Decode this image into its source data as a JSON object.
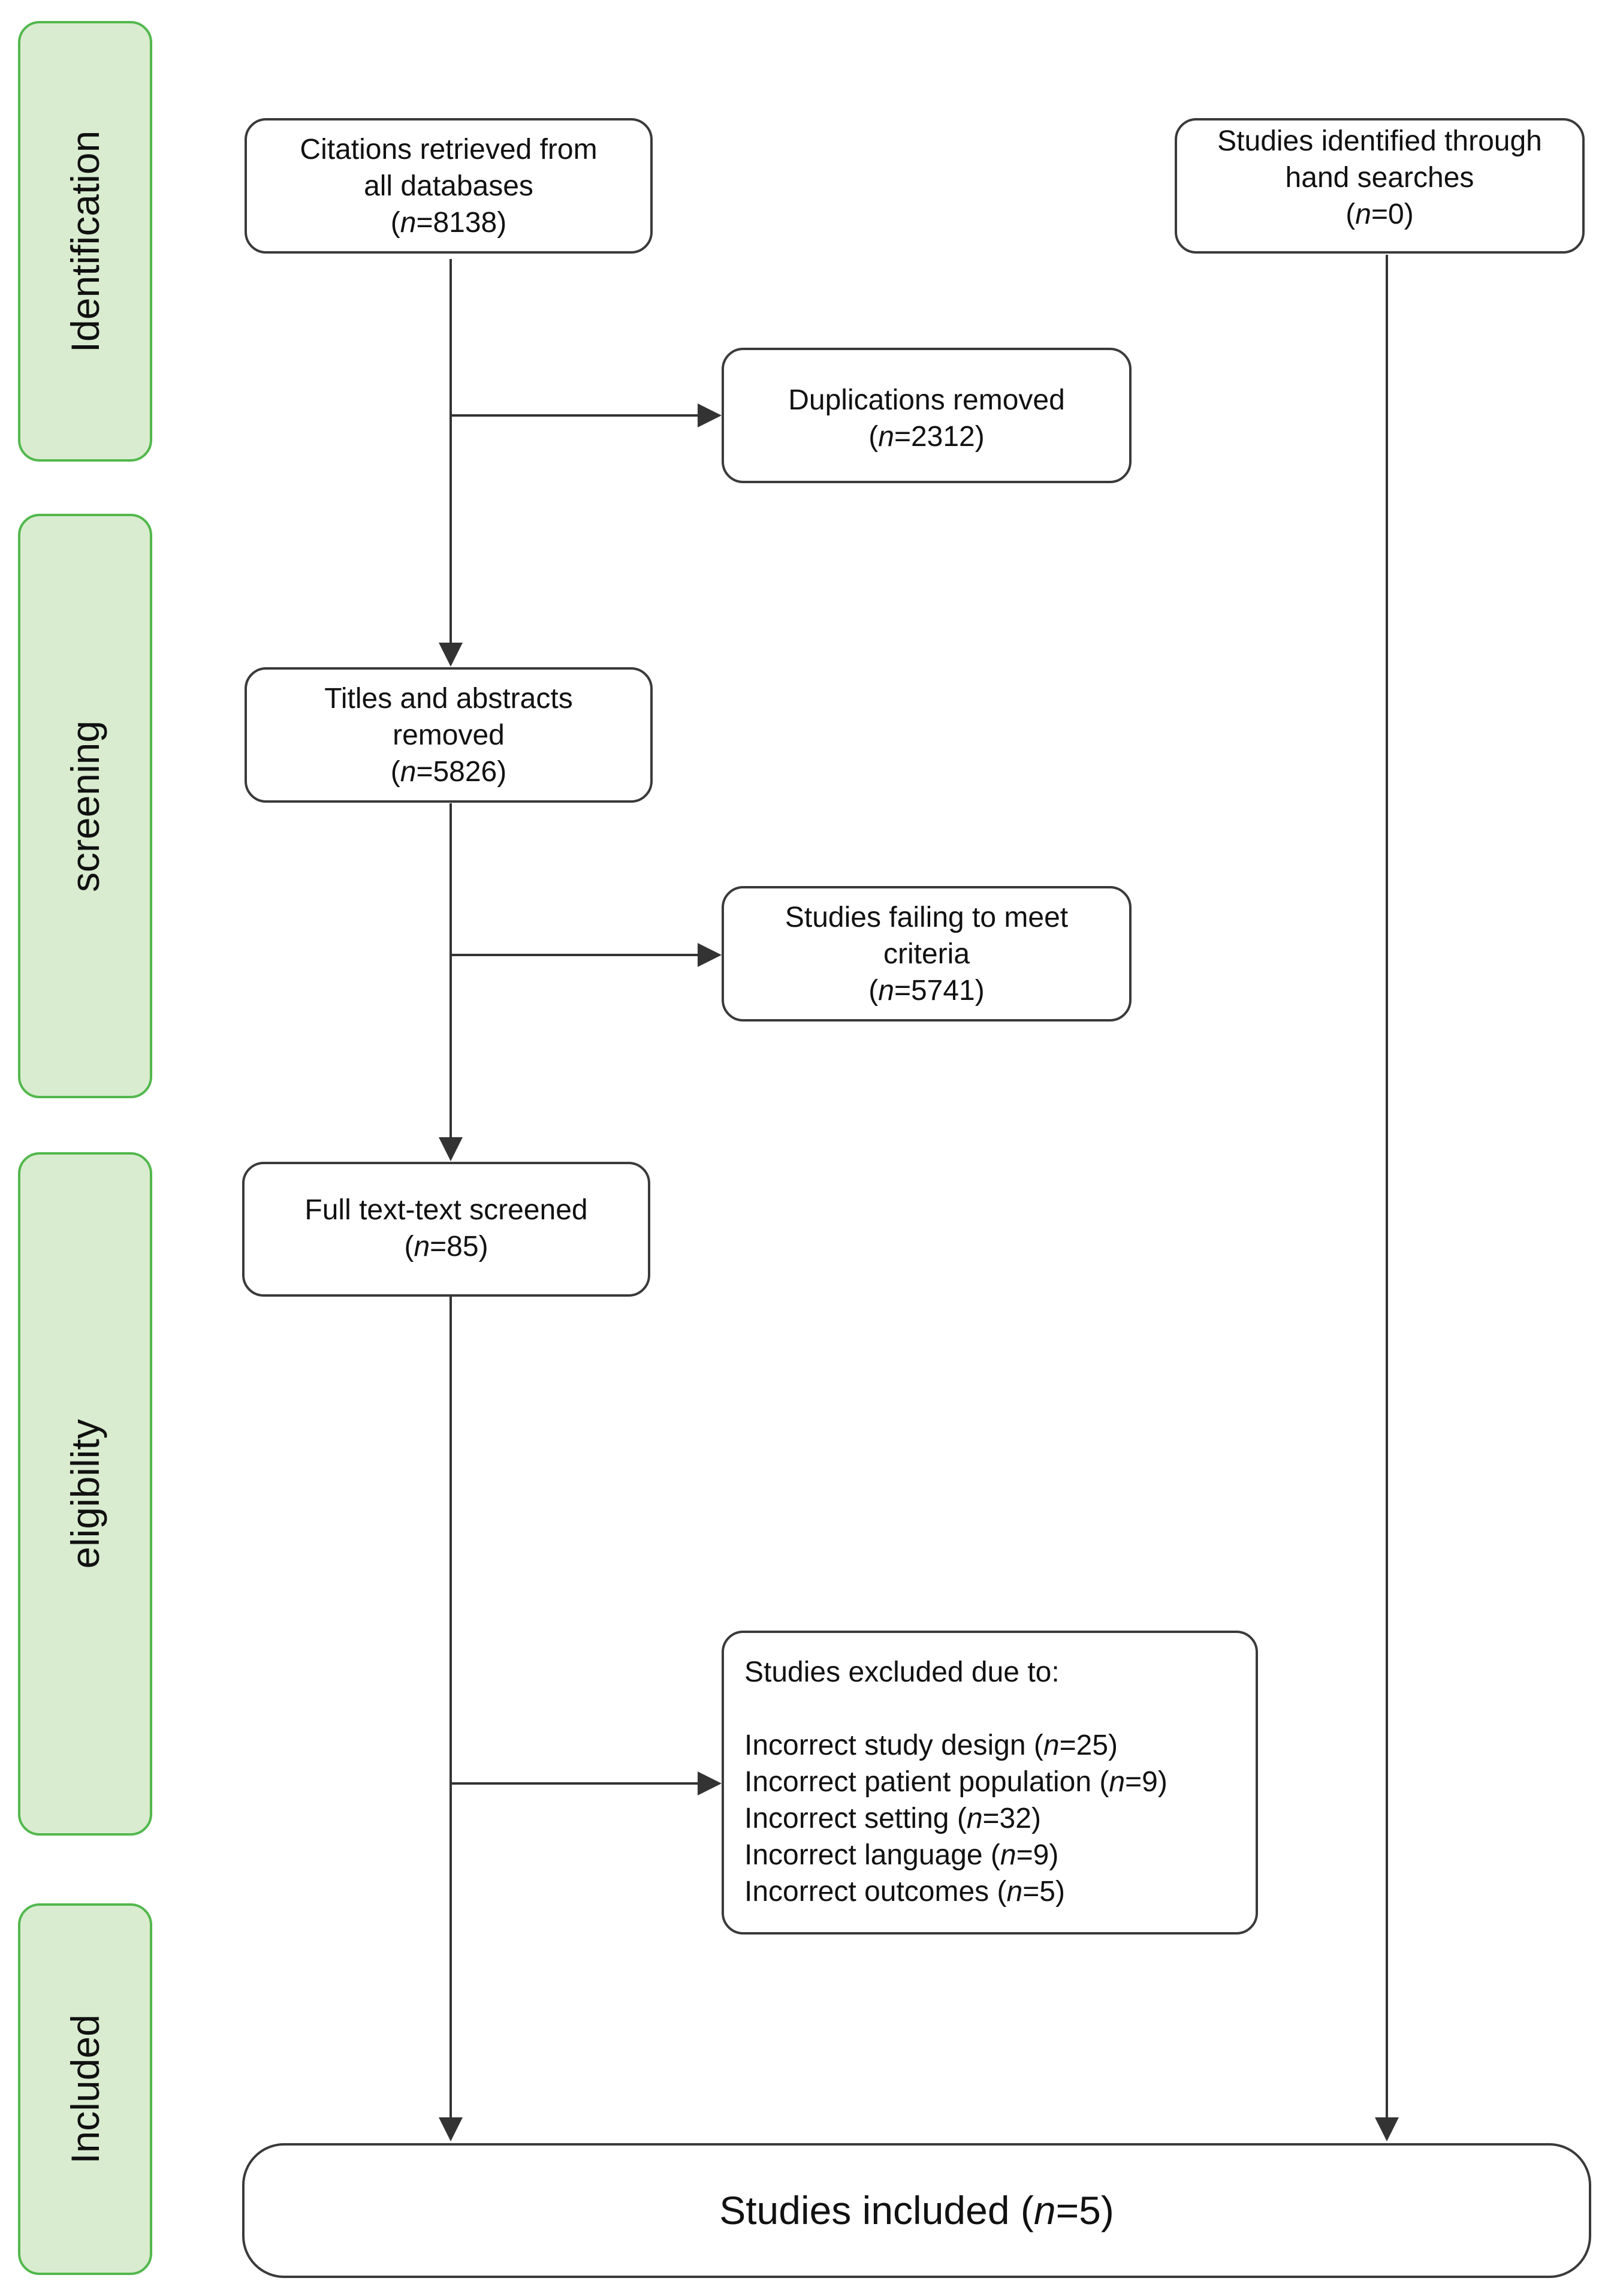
{
  "stages": {
    "identification": "Identification",
    "screening": "screening",
    "eligibility": "eligibility",
    "included": "Included"
  },
  "boxes": {
    "citations": {
      "line1": "Citations retrieved from",
      "line2": "all databases",
      "n_prefix": "n",
      "n_value": "=8138"
    },
    "hand_searches": {
      "line1": "Studies identified through",
      "line2": "hand searches",
      "n_prefix": "n",
      "n_value": "=0"
    },
    "duplications": {
      "line1": "Duplications removed",
      "n_prefix": "n",
      "n_value": "=2312"
    },
    "titles_abstracts": {
      "line1": "Titles and abstracts",
      "line2": "removed",
      "n_prefix": "n",
      "n_value": "=5826"
    },
    "failing_criteria": {
      "line1": "Studies failing to meet",
      "line2": "criteria",
      "n_prefix": "n",
      "n_value": "=5741"
    },
    "full_text": {
      "line1": "Full text-text screened",
      "n_prefix": "n",
      "n_value": "=85"
    },
    "excluded": {
      "heading": "Studies excluded due to:",
      "reasons": [
        {
          "label": "Incorrect study design",
          "n_prefix": "n",
          "n_value": "=25"
        },
        {
          "label": "Incorrect patient population",
          "n_prefix": "n",
          "n_value": "=9"
        },
        {
          "label": "Incorrect setting",
          "n_prefix": "n",
          "n_value": "=32"
        },
        {
          "label": "Incorrect language",
          "n_prefix": "n",
          "n_value": "=9"
        },
        {
          "label": "Incorrect outcomes",
          "n_prefix": "n",
          "n_value": "=5"
        }
      ]
    },
    "included": {
      "label": "Studies included",
      "n_prefix": "n",
      "n_value": "=5"
    }
  },
  "colors": {
    "stage_fill": "#d9ecd0",
    "stage_border": "#52b84d",
    "box_border": "#3a3a3a",
    "arrow": "#333333"
  }
}
